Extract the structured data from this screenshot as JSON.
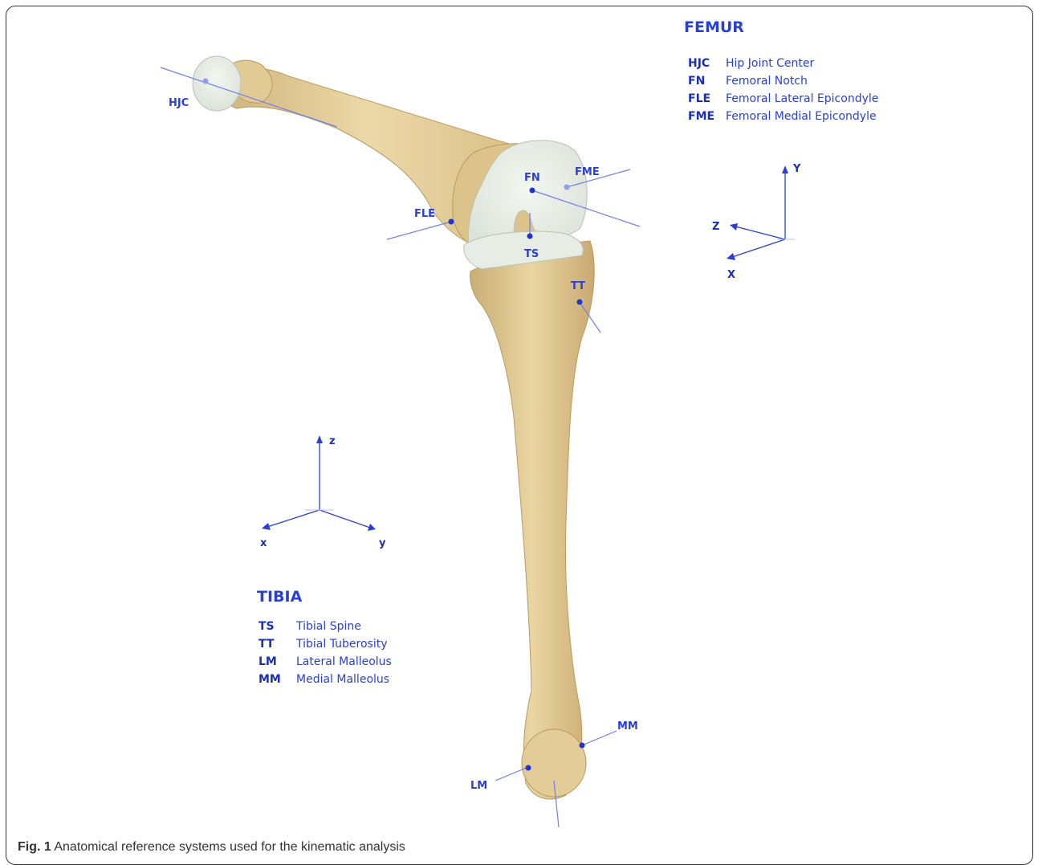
{
  "femur": {
    "title": "FEMUR",
    "items": [
      {
        "abbr": "HJC",
        "name": "Hip Joint Center"
      },
      {
        "abbr": "FN",
        "name": "Femoral Notch"
      },
      {
        "abbr": "FLE",
        "name": "Femoral Lateral Epicondyle"
      },
      {
        "abbr": "FME",
        "name": "Femoral Medial Epicondyle"
      }
    ],
    "axes": {
      "vertical": "Y",
      "left": "Z",
      "down": "X"
    }
  },
  "tibia": {
    "title": "TIBIA",
    "items": [
      {
        "abbr": "TS",
        "name": "Tibial Spine"
      },
      {
        "abbr": "TT",
        "name": "Tibial Tuberosity"
      },
      {
        "abbr": "LM",
        "name": "Lateral Malleolus"
      },
      {
        "abbr": "MM",
        "name": "Medial Malleolus"
      }
    ],
    "axes": {
      "vertical": "z",
      "left": "x",
      "right": "y"
    }
  },
  "landmarks": {
    "hjc": "HJC",
    "fn": "FN",
    "fme": "FME",
    "fle": "FLE",
    "ts": "TS",
    "tt": "TT",
    "mm": "MM",
    "lm": "LM"
  },
  "colors": {
    "accent": "#2a3fd6",
    "bone": "#e6d2a0",
    "cartilage": "#e6ece5"
  },
  "caption": {
    "label": "Fig. 1",
    "text": " Anatomical reference systems used for the kinematic analysis"
  }
}
